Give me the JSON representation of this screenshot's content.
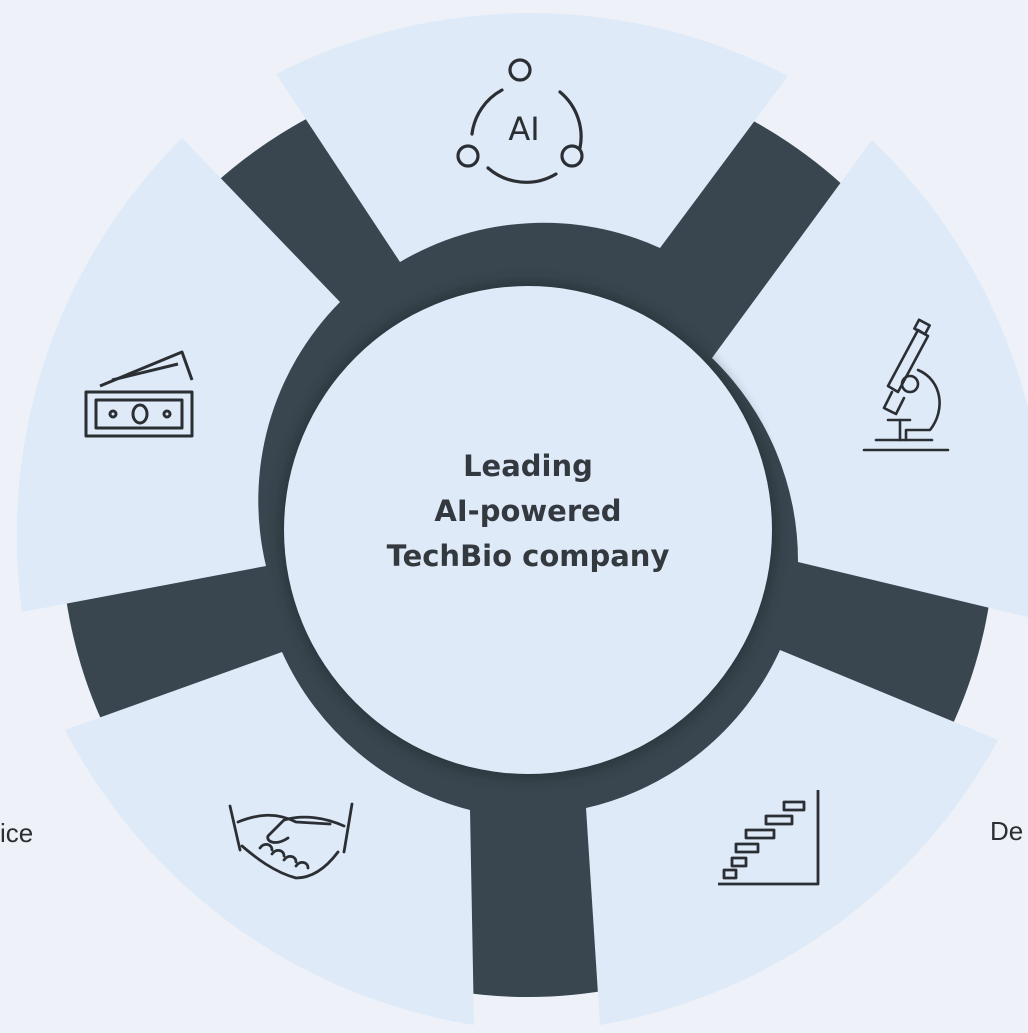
{
  "center": {
    "line1": "Leading",
    "line2": "AI-powered",
    "line3": "TechBio company"
  },
  "side_labels": {
    "left": "ice",
    "right": "De"
  },
  "segments": [
    {
      "name": "ai",
      "icon": "ai-cycle-icon"
    },
    {
      "name": "research",
      "icon": "microscope-icon"
    },
    {
      "name": "development",
      "icon": "gantt-chart-icon"
    },
    {
      "name": "partnership",
      "icon": "handshake-icon"
    },
    {
      "name": "finance",
      "icon": "money-icon"
    }
  ],
  "ai_icon": {
    "label": "AI"
  },
  "colors": {
    "background": "#eef2f8",
    "segment_fill": "#deeaf8",
    "ring": "#3a464f",
    "inner_circle": "#deeaf8",
    "icon_stroke": "#2b2f33"
  }
}
